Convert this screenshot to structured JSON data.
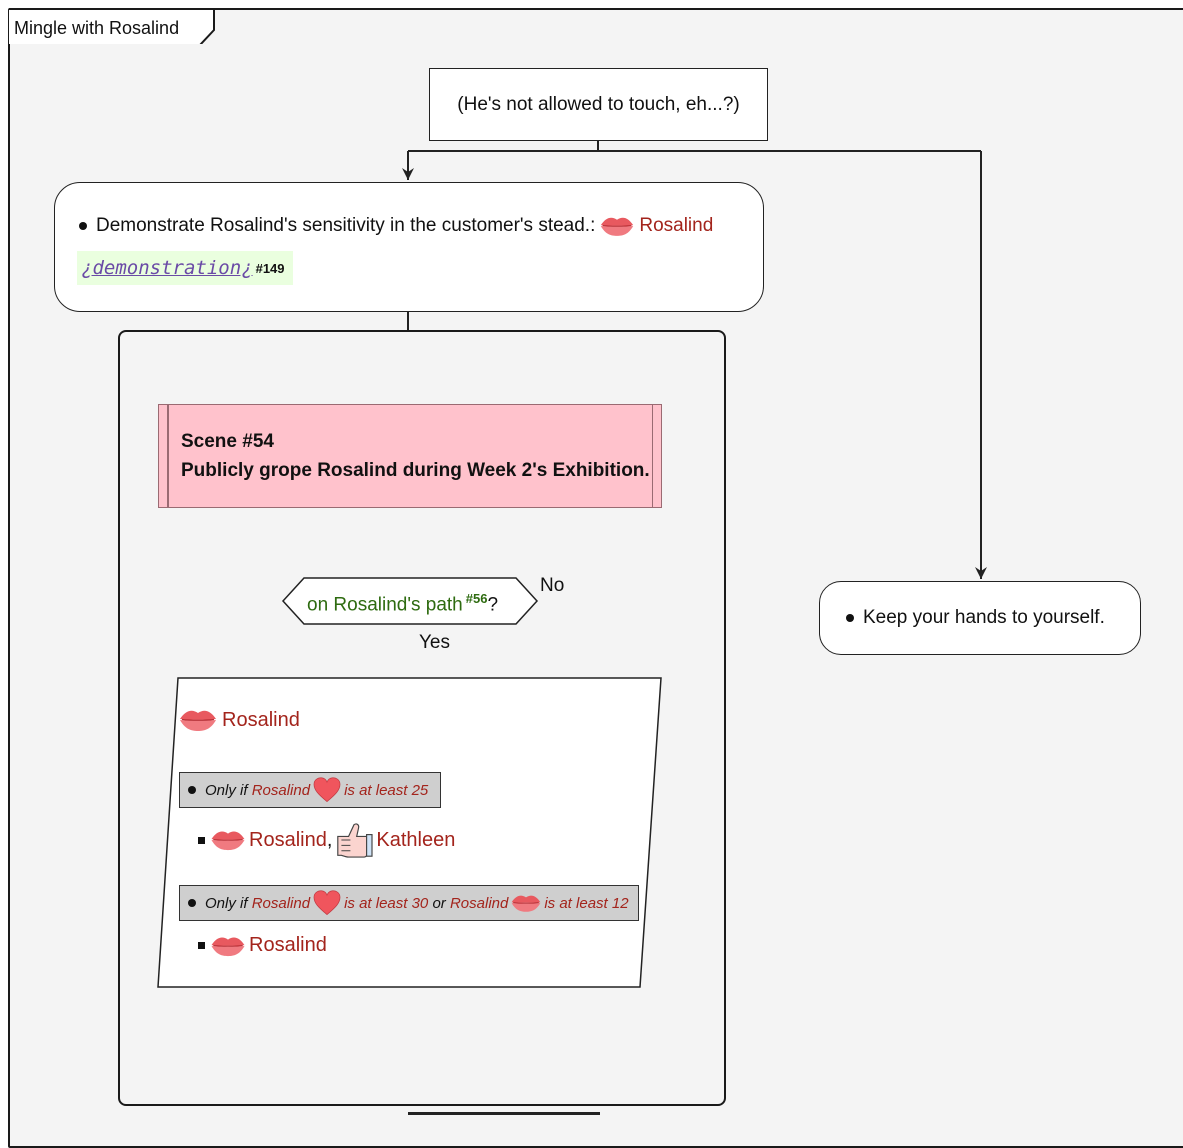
{
  "frame": {
    "title": "Mingle with Rosalind"
  },
  "note": {
    "text": "(He's not allowed to touch, eh...?)"
  },
  "activity": {
    "text": "Demonstrate Rosalind's sensitivity in the customer's stead.:",
    "actor": "Rosalind",
    "link_text": "¿demonstration¿",
    "link_ref": "#149"
  },
  "scene": {
    "line1": "Scene #54",
    "line2": "Publicly grope Rosalind during Week 2's Exhibition."
  },
  "condition": {
    "text": "on Rosalind's path",
    "ref": "#56",
    "suffix": "?",
    "no_label": "No",
    "yes_label": "Yes"
  },
  "keep": {
    "text": "Keep your hands to yourself."
  },
  "result": {
    "head": "Rosalind",
    "cond1": {
      "prefix": "Only if",
      "name": "Rosalind",
      "rest": "is at least 25"
    },
    "sub1": {
      "name1": "Rosalind",
      "sep": ",",
      "name2": "Kathleen"
    },
    "cond2": {
      "prefix": "Only if",
      "name1": "Rosalind",
      "rest1": "is at least 30",
      "or": "or",
      "name2": "Rosalind",
      "rest2": "is at least 12"
    },
    "sub2": {
      "name": "Rosalind"
    }
  },
  "icons": [
    "lips-icon",
    "heart-icon",
    "thumbs-up-icon"
  ],
  "colors": {
    "scene_fill": "#ffc2cc",
    "actor_red": "#a3241c",
    "cond_green": "#2e6b10",
    "link_purple": "#6a4aa6",
    "link_bg": "#eaffdf"
  }
}
